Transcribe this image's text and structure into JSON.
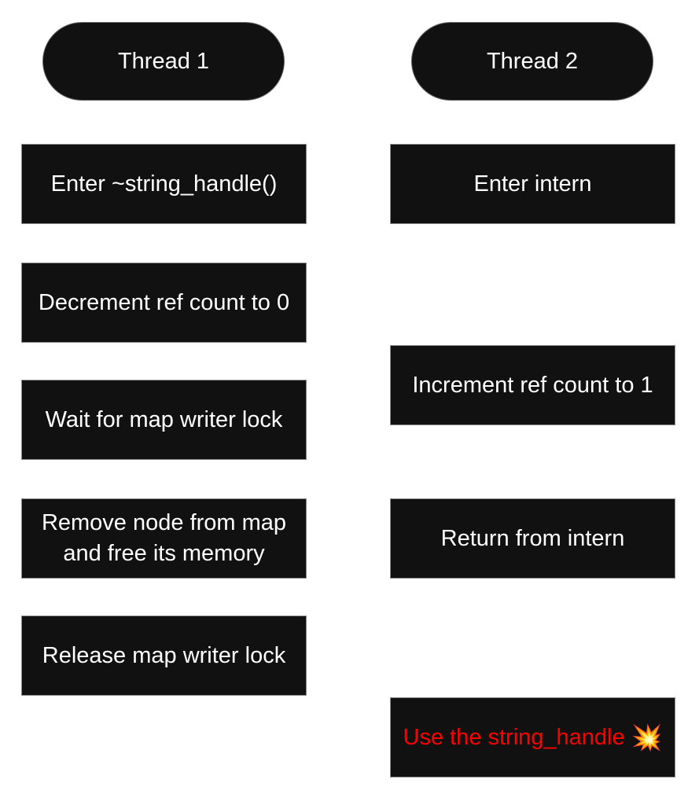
{
  "threads": [
    {
      "title": "Thread 1",
      "steps": [
        "Enter ~string_handle()",
        "Decrement ref count to 0",
        "Wait for map writer lock",
        "Remove node from map\nand free its memory",
        "Release map writer lock"
      ]
    },
    {
      "title": "Thread 2",
      "steps": [
        "Enter intern",
        "Increment ref count to 1",
        "Return from intern",
        "Use the string_handle"
      ],
      "final_step_icon": "collision-icon",
      "final_step_emoji": "💥"
    }
  ],
  "colors": {
    "box_fill": "#111111",
    "text": "#ffffff",
    "danger_text": "#ff0000",
    "background": "#ffffff"
  }
}
